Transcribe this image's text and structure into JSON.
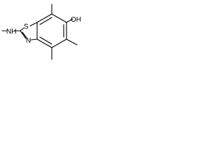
{
  "structure": {
    "atoms": {
      "hydroxyl": "OH",
      "sulfur": "S",
      "ring_nitrogen": "N",
      "amine_nh": "NH"
    },
    "colors": {
      "bond": "#000000",
      "text": "#000000",
      "background": "#ffffff"
    }
  }
}
